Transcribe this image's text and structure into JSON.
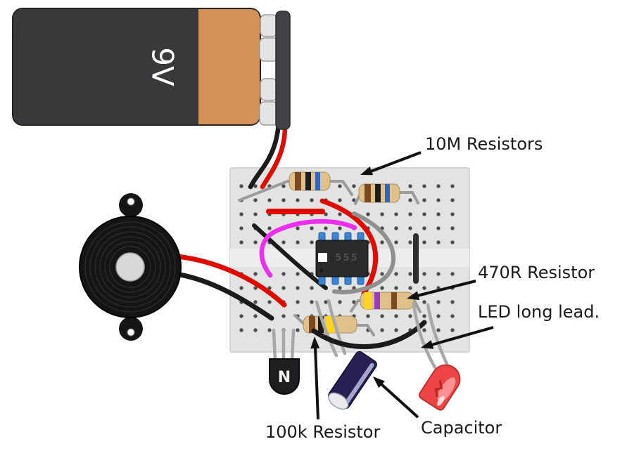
{
  "diagram": {
    "battery": {
      "label": "9V"
    },
    "ic": {
      "label": "555"
    },
    "transistor": {
      "label": "N"
    },
    "labels": {
      "resistors_10m": "10M Resistors",
      "resistor_470r": "470R Resistor",
      "led_long_lead": "LED long lead.",
      "resistor_100k": "100k Resistor",
      "capacitor": "Capacitor"
    },
    "components": [
      "9v-battery",
      "battery-clip",
      "breadboard",
      "piezo-buzzer",
      "ic-555",
      "resistor-10m-1",
      "resistor-10m-2",
      "resistor-470r",
      "resistor-100k",
      "npn-transistor",
      "electrolytic-capacitor",
      "red-led",
      "jumper-wires"
    ],
    "colors": {
      "battery_dark": "#3a3a3c",
      "battery_tan": "#d29157",
      "breadboard": "#e3e3e3",
      "wire_red": "#e00b00",
      "wire_black": "#1b1b1b",
      "wire_gray": "#8f8f8f",
      "wire_magenta": "#ee2dee",
      "resistor_body": "#e0c189",
      "capacitor_body": "#272052",
      "led_body": "#ed4545",
      "ic_body": "#2b2b2b",
      "lead_gray": "#a8a8a8"
    }
  }
}
